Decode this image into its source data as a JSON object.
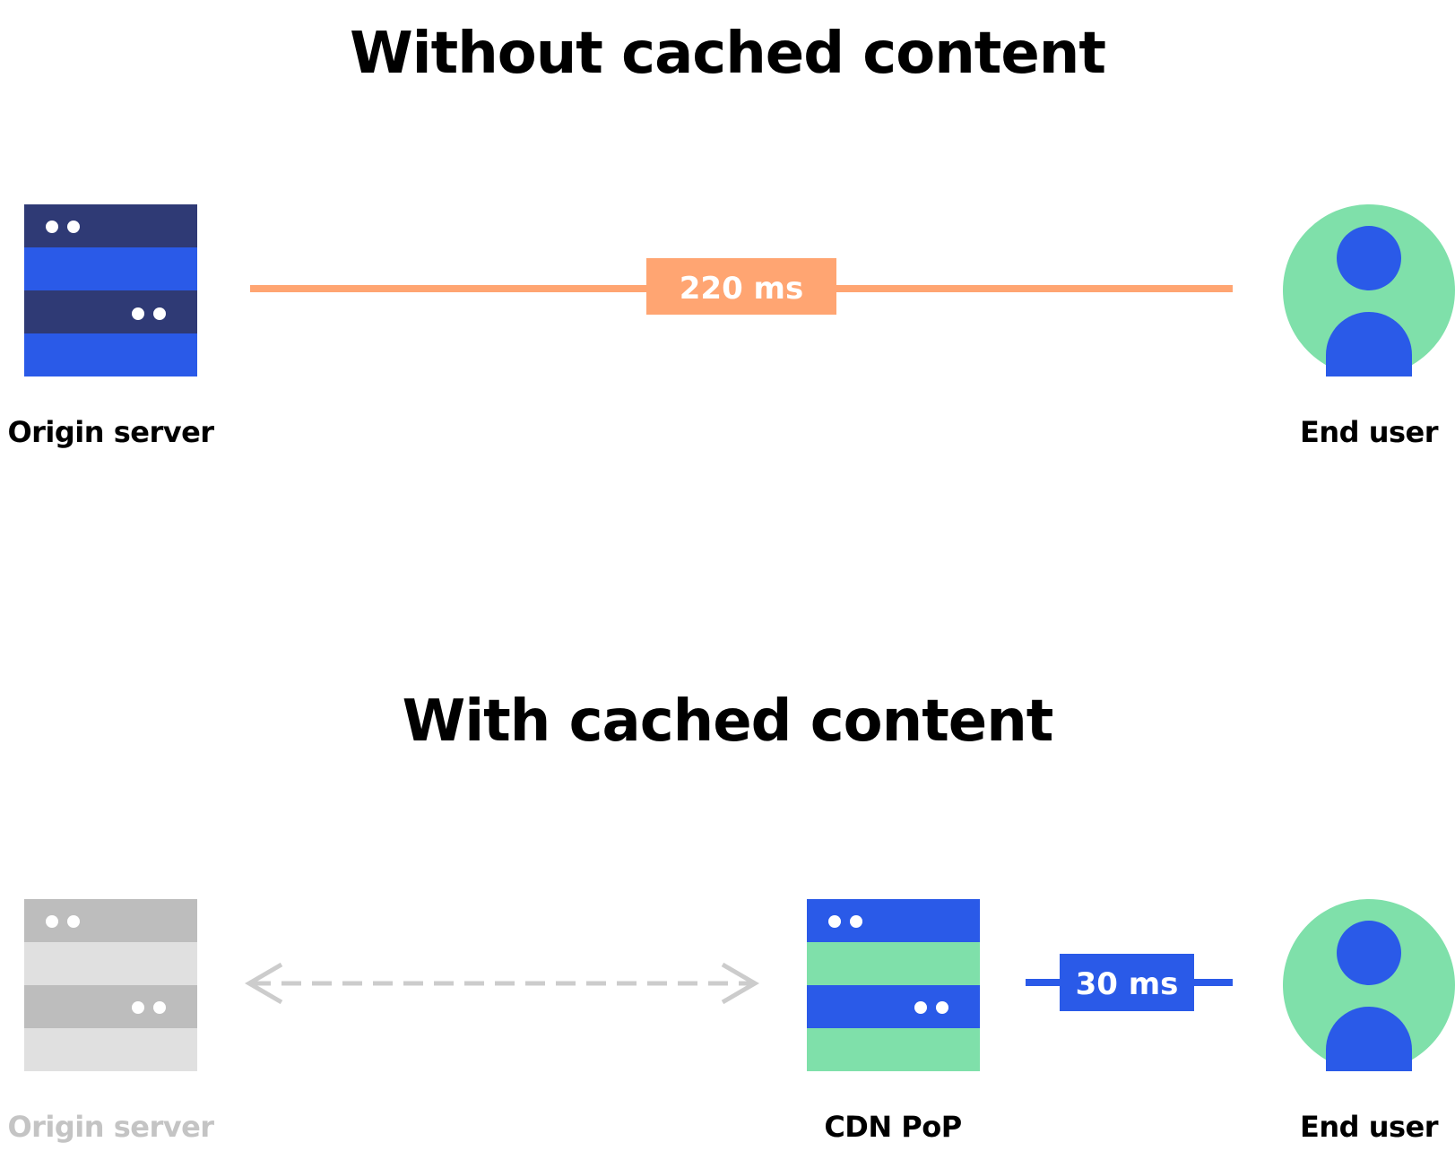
{
  "without_cache": {
    "title": "Without cached content",
    "origin_label": "Origin server",
    "end_user_label": "End user",
    "latency_label": "220 ms"
  },
  "with_cache": {
    "title": "With cached content",
    "origin_label": "Origin server",
    "cdn_label": "CDN PoP",
    "end_user_label": "End user",
    "latency_label": "30 ms"
  },
  "colors": {
    "navy": "#2f3a75",
    "blue": "#2a5ae8",
    "green": "#7fe0aa",
    "orange": "#ffa572",
    "gray_dark": "#bdbdbd",
    "gray_light": "#e0e0e0",
    "arrow_gray": "#cccccc"
  }
}
